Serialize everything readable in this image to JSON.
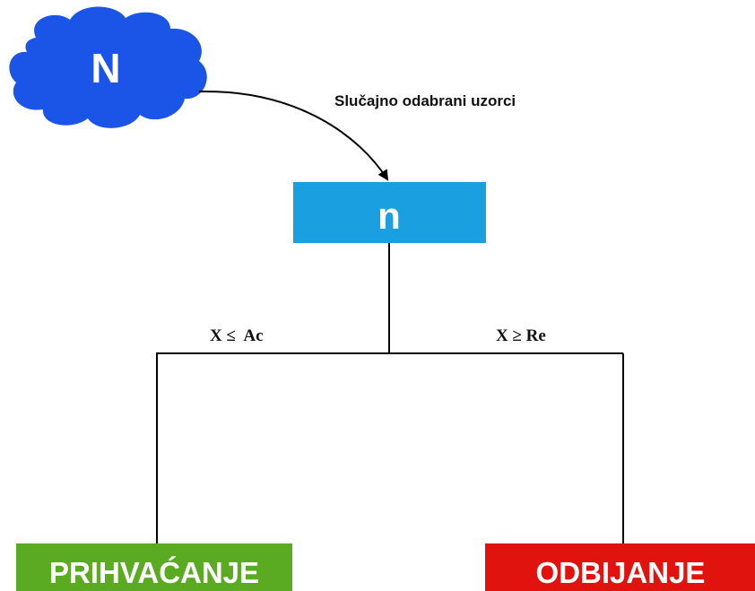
{
  "population": {
    "label": "N",
    "shape": "cloud",
    "color": "#1a55e8"
  },
  "arrow": {
    "label": "Slučajno odabrani uzorci"
  },
  "sample": {
    "label": "n",
    "color": "#1aa0e0"
  },
  "branches": {
    "left_condition": "X ≤  Ac",
    "right_condition": "X ≥ Re"
  },
  "outcomes": {
    "accept": {
      "label": "PRIHVAĆANJE",
      "color": "#5aaa22"
    },
    "reject": {
      "label": "ODBIJANJE",
      "color": "#e0130f"
    }
  }
}
